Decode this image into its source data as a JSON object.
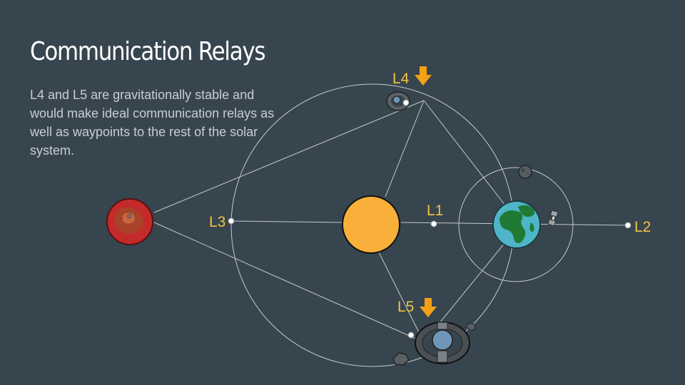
{
  "slide": {
    "title": "Communication Relays",
    "body": "L4 and L5 are gravitationally stable and would make ideal communication relays as well as waypoints to the rest of the solar system."
  },
  "diagram": {
    "points": [
      {
        "id": "L1",
        "label": "L1"
      },
      {
        "id": "L2",
        "label": "L2"
      },
      {
        "id": "L3",
        "label": "L3"
      },
      {
        "id": "L4",
        "label": "L4"
      },
      {
        "id": "L5",
        "label": "L5"
      }
    ],
    "icons": [
      "sun",
      "earth-icon",
      "moon-icon",
      "satellite-icon",
      "mars-icon",
      "space-station-icon",
      "asteroid-icon",
      "down-arrow-icon"
    ],
    "colors": {
      "background": "#37454f",
      "sun": "#f9b03a",
      "earth_ocean": "#4fb5c8",
      "earth_land": "#1f7a34",
      "mars": "#c32b2b",
      "label": "#f5c242",
      "arrow": "#f4a118",
      "lines": "#c5cacd"
    }
  }
}
